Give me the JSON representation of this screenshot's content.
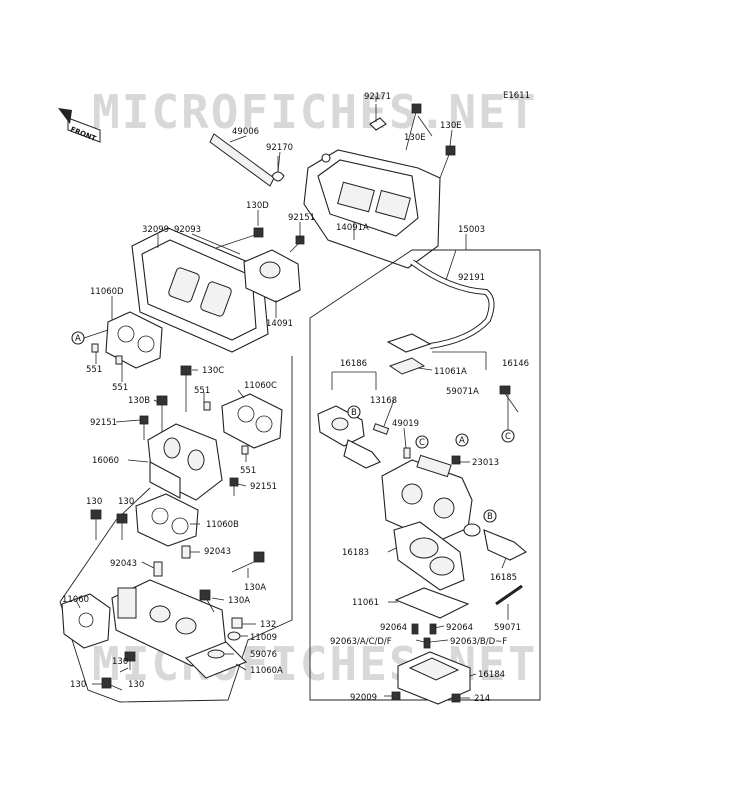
{
  "watermark": "MICROFICHES.NET",
  "figure_code": "E1611",
  "front_label": "FRONT",
  "callouts": {
    "A": "A",
    "B": "B",
    "C": "C"
  },
  "labels": {
    "p92171": "92171",
    "p130E_a": "130E",
    "p130E_b": "130E",
    "p49006": "49006",
    "p92170": "92170",
    "p130D": "130D",
    "p92151_top": "92151",
    "p32099": "32099",
    "p92093": "92093",
    "p14091A": "14091A",
    "p15003": "15003",
    "p11060D": "11060D",
    "p92191": "92191",
    "p14091": "14091",
    "p551_a": "551",
    "p551_b": "551",
    "p16186": "16186",
    "p16146": "16146",
    "p11061A": "11061A",
    "p130C": "130C",
    "p11060C": "11060C",
    "p551_c": "551",
    "p59071A": "59071A",
    "p130B": "130B",
    "p13168": "13168",
    "p49019": "49019",
    "p92151_mid": "92151",
    "p23013": "23013",
    "p16060": "16060",
    "p551_d": "551",
    "p92151_low": "92151",
    "p130_a": "130",
    "p130_b": "130",
    "p11060B": "11060B",
    "p16183": "16183",
    "p92043_a": "92043",
    "p92043_b": "92043",
    "p16185": "16185",
    "p130A_a": "130A",
    "p11060": "11060",
    "p130A_b": "130A",
    "p11061": "11061",
    "p59071": "59071",
    "p132": "132",
    "p92064_a": "92064",
    "p92064_b": "92064",
    "p11009": "11009",
    "p92063_ACDF": "92063/A/C/D/F",
    "p92063_BDF": "92063/B/D~F",
    "p59076": "59076",
    "p130_c": "130",
    "p11060A": "11060A",
    "p16184": "16184",
    "p130_d": "130",
    "p130_e": "130",
    "p92009": "92009",
    "p214": "214"
  }
}
